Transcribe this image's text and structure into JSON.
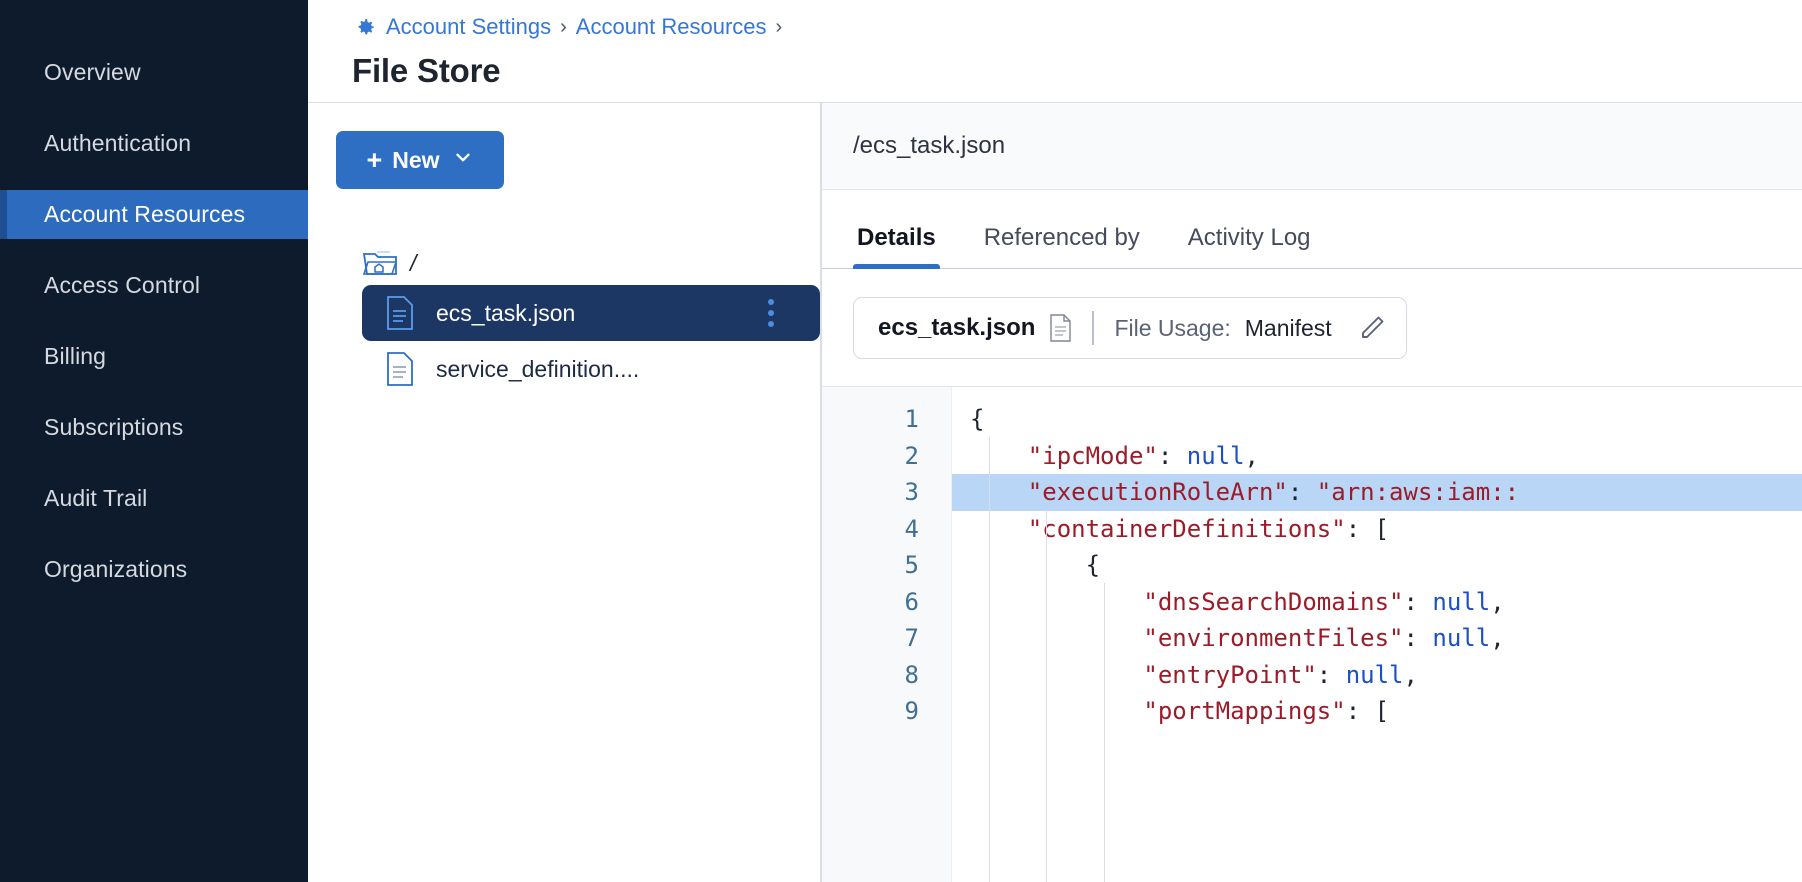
{
  "sidebar": {
    "items": [
      {
        "label": "Overview",
        "active": false
      },
      {
        "label": "Authentication",
        "active": false
      },
      {
        "label": "Account Resources",
        "active": true
      },
      {
        "label": "Access Control",
        "active": false
      },
      {
        "label": "Billing",
        "active": false
      },
      {
        "label": "Subscriptions",
        "active": false
      },
      {
        "label": "Audit Trail",
        "active": false
      },
      {
        "label": "Organizations",
        "active": false
      }
    ]
  },
  "header": {
    "gear_icon": "gear-icon",
    "breadcrumb": [
      {
        "label": "Account Settings"
      },
      {
        "label": "Account Resources"
      }
    ],
    "separator": "›",
    "title": "File Store"
  },
  "tree": {
    "new_button": {
      "plus": "+",
      "label": "New",
      "chevron": "⌄"
    },
    "root": {
      "icon": "folder-home-icon",
      "label": "/"
    },
    "files": [
      {
        "name": "ecs_task.json",
        "icon": "file-json-icon",
        "selected": true,
        "menu": "kebab-menu-icon"
      },
      {
        "name": "service_definition....",
        "icon": "file-json-icon",
        "selected": false
      }
    ]
  },
  "detail": {
    "path": "/ecs_task.json",
    "tabs": [
      {
        "label": "Details",
        "active": true
      },
      {
        "label": "Referenced by",
        "active": false
      },
      {
        "label": "Activity Log",
        "active": false
      }
    ],
    "usage": {
      "file_name": "ecs_task.json",
      "doc_icon": "document-icon",
      "label": "File Usage:",
      "value": "Manifest",
      "edit_icon": "pencil-edit-icon"
    }
  },
  "editor": {
    "line_numbers": [
      "1",
      "2",
      "3",
      "4",
      "5",
      "6",
      "7",
      "8",
      "9"
    ],
    "highlighted_line": 3,
    "lines": [
      {
        "indent": 0,
        "segments": [
          {
            "t": "{",
            "c": "p"
          }
        ]
      },
      {
        "indent": 1,
        "segments": [
          {
            "t": "\"ipcMode\"",
            "c": "k"
          },
          {
            "t": ": ",
            "c": "p"
          },
          {
            "t": "null",
            "c": "n"
          },
          {
            "t": ",",
            "c": "p"
          }
        ]
      },
      {
        "indent": 1,
        "segments": [
          {
            "t": "\"executionRoleArn\"",
            "c": "k"
          },
          {
            "t": ": ",
            "c": "p"
          },
          {
            "t": "\"arn:aws:iam::",
            "c": "s"
          }
        ]
      },
      {
        "indent": 1,
        "segments": [
          {
            "t": "\"containerDefinitions\"",
            "c": "k"
          },
          {
            "t": ": [",
            "c": "p"
          }
        ]
      },
      {
        "indent": 2,
        "segments": [
          {
            "t": "{",
            "c": "p"
          }
        ]
      },
      {
        "indent": 3,
        "segments": [
          {
            "t": "\"dnsSearchDomains\"",
            "c": "k"
          },
          {
            "t": ": ",
            "c": "p"
          },
          {
            "t": "null",
            "c": "n"
          },
          {
            "t": ",",
            "c": "p"
          }
        ]
      },
      {
        "indent": 3,
        "segments": [
          {
            "t": "\"environmentFiles\"",
            "c": "k"
          },
          {
            "t": ": ",
            "c": "p"
          },
          {
            "t": "null",
            "c": "n"
          },
          {
            "t": ",",
            "c": "p"
          }
        ]
      },
      {
        "indent": 3,
        "segments": [
          {
            "t": "\"entryPoint\"",
            "c": "k"
          },
          {
            "t": ": ",
            "c": "p"
          },
          {
            "t": "null",
            "c": "n"
          },
          {
            "t": ",",
            "c": "p"
          }
        ]
      },
      {
        "indent": 3,
        "segments": [
          {
            "t": "\"portMappings\"",
            "c": "k"
          },
          {
            "t": ": [",
            "c": "p"
          }
        ]
      }
    ]
  },
  "colors": {
    "sidebar_bg": "#0d1b2d",
    "accent": "#2e6fc4",
    "selected_file_bg": "#1d3765",
    "link": "#3477d4",
    "code_key": "#9b1c28",
    "code_null": "#1b4fc4",
    "highlight": "#b9d6f7"
  }
}
